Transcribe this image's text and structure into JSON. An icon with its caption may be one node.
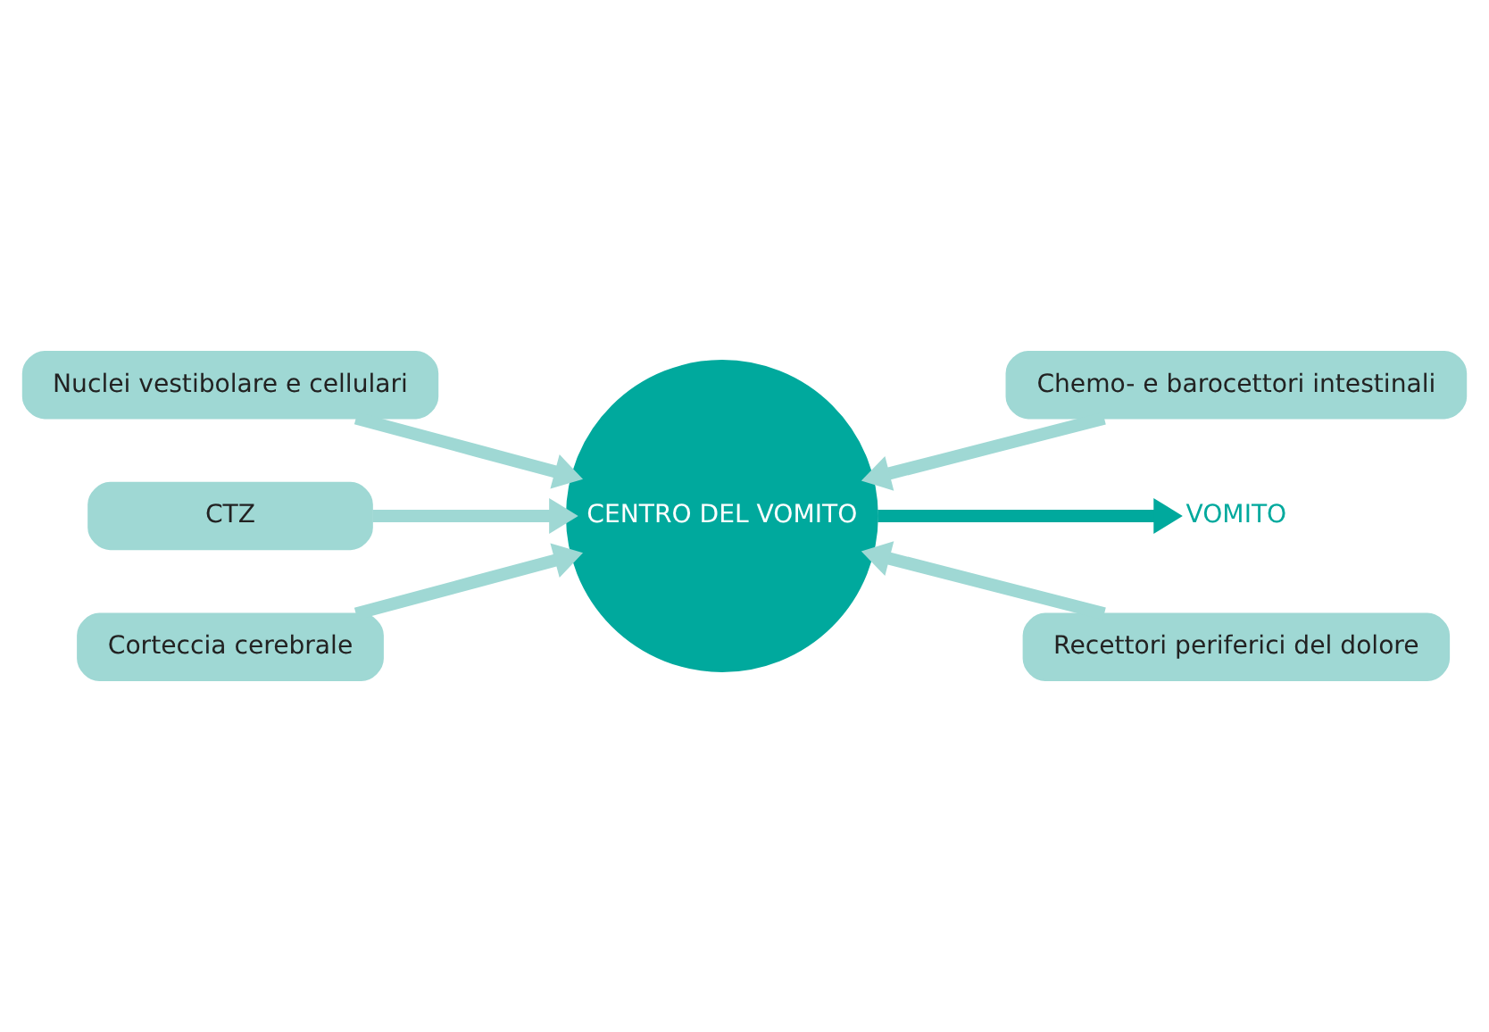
{
  "diagram": {
    "nodes": [
      {
        "text": [
          "Nuclei vestibolare e cellulari"
        ]
      },
      {
        "text": [
          "Chemo- e barocettori intestinali"
        ]
      },
      {
        "text": [
          "CTZ"
        ]
      },
      {
        "text": [
          "CENTRO DEL VOMITO"
        ]
      },
      {
        "text": [
          "VOMITO"
        ]
      },
      {
        "text": [
          "Corteccia cerebrale"
        ]
      },
      {
        "text": [
          "Recettori periferici del dolore"
        ]
      }
    ],
    "edges": [
      {
        "from": 0,
        "to": 3,
        "arrow": "to"
      },
      {
        "from": 1,
        "to": 3,
        "arrow": "to"
      },
      {
        "from": 2,
        "to": 3,
        "arrow": "to"
      },
      {
        "from": 3,
        "to": 4,
        "arrow": "to",
        "color": "#00a99d"
      },
      {
        "from": 5,
        "to": 3,
        "arrow": "to"
      },
      {
        "from": 6,
        "to": 3,
        "arrow": "to"
      }
    ]
  }
}
